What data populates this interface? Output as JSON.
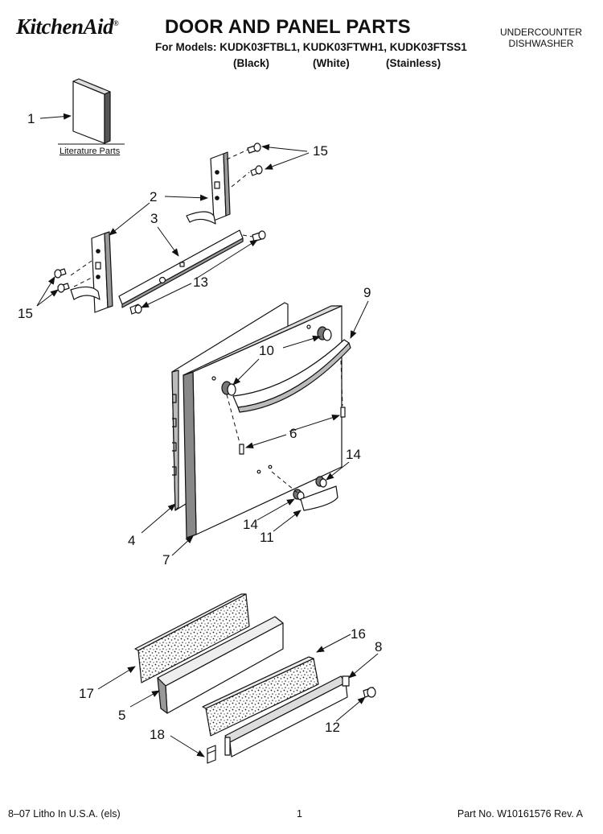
{
  "header": {
    "brand": "KitchenAid",
    "brand_mark": "®",
    "title": "DOOR AND PANEL PARTS",
    "models_line": "For Models: KUDK03FTBL1, KUDK03FTWH1, KUDK03FTSS1",
    "variants": [
      "(Black)",
      "(White)",
      "(Stainless)"
    ],
    "category_line1": "UNDERCOUNTER",
    "category_line2": "DISHWASHER"
  },
  "literature_label": "Literature Parts",
  "callouts": {
    "c1": "1",
    "c2": "2",
    "c3": "3",
    "c4": "4",
    "c5": "5",
    "c6": "6",
    "c7": "7",
    "c8": "8",
    "c9": "9",
    "c10": "10",
    "c11": "11",
    "c12": "12",
    "c13": "13",
    "c14a": "14",
    "c14b": "14",
    "c15a": "15",
    "c15b": "15",
    "c16": "16",
    "c17": "17",
    "c18": "18"
  },
  "footer": {
    "left": "8–07 Litho In U.S.A. (els)",
    "page": "1",
    "part_number": "Part No. W10161576 Rev. A"
  }
}
